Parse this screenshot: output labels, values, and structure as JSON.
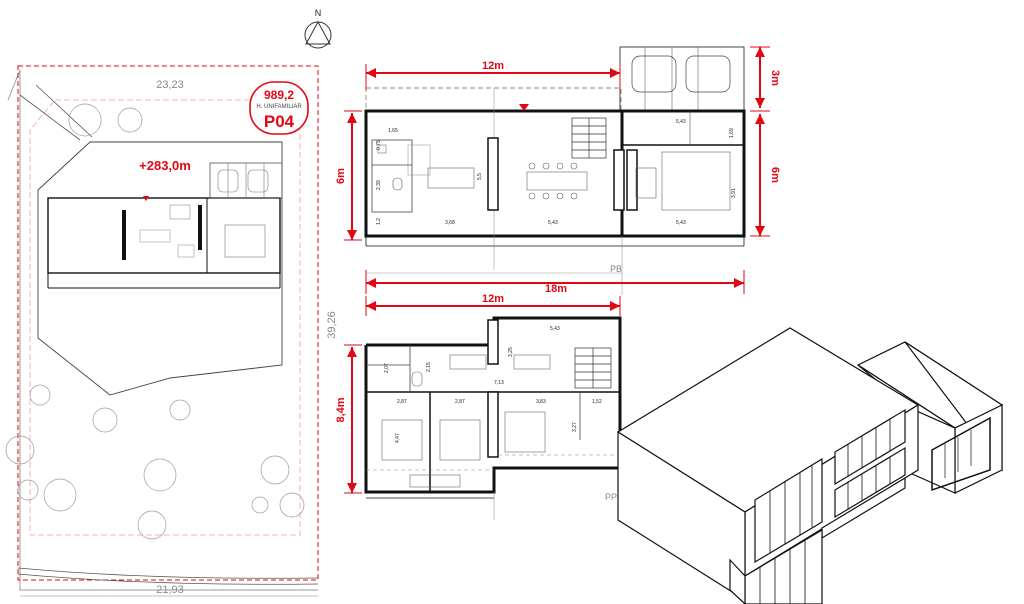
{
  "north": {
    "label": "N"
  },
  "site": {
    "top_dim": "23,23",
    "side_dim": "39,26",
    "bottom_dim": "21,93",
    "area_label": "+283,0m",
    "badge": {
      "value": "989,2",
      "subtitle": "H. UNIFAMILIAR",
      "code": "P04"
    }
  },
  "ground_floor": {
    "dim_top": "12m",
    "dim_parking": "3m",
    "dim_left": "6m",
    "dim_right": "6m",
    "dim_bottom": "18m",
    "level_label": "PB",
    "room_dims": [
      "1,65",
      "2,39",
      "1,2",
      "3,68",
      "5,43",
      "5,43",
      "5,43",
      "5,5",
      "1,69",
      "3,91",
      "0,75"
    ]
  },
  "upper_floor": {
    "dim_top": "12m",
    "dim_left": "8,4m",
    "level_label": "PP",
    "room_dims": [
      "5,43",
      "2,87",
      "2,87",
      "3,83",
      "1,52",
      "4,47",
      "3,25",
      "7,13",
      "2,15",
      "2,07",
      "3,27"
    ]
  },
  "colors": {
    "accent": "#e30613",
    "line": "#1a1a1a",
    "grey": "#8a8a8a"
  }
}
